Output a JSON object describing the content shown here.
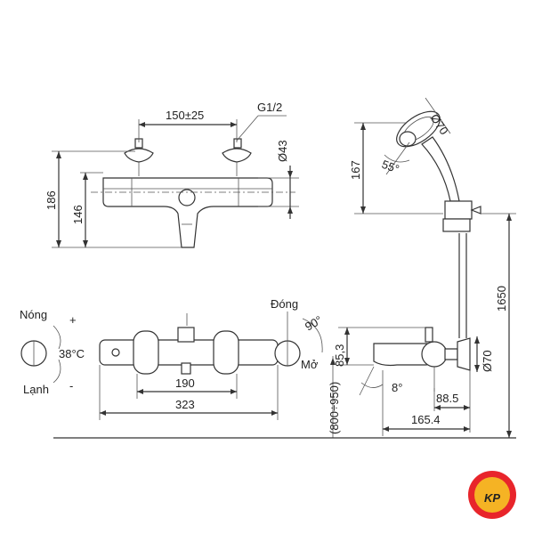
{
  "dims": {
    "spacing": "150±25",
    "thread": "G1/2",
    "diameter_43": "Ø43",
    "height_186": "186",
    "height_146": "146",
    "handshower_diameter": "Ø70",
    "height_167": "167",
    "angle_55": "55°",
    "rail_height": "1650",
    "width_190": "190",
    "width_323": "323",
    "height_85_3": "85,3",
    "angle_8": "8°",
    "depth_88_5": "88.5",
    "depth_165_4": "165.4",
    "install_height": "(800÷950)",
    "diameter_70_lower": "Ø70",
    "angle_90": "90°"
  },
  "labels": {
    "hot": "Nóng",
    "plus": "+",
    "temperature": "38°C",
    "cold": "Lạnh",
    "minus": "-",
    "close": "Đóng",
    "open": "Mở"
  },
  "logo": {
    "text": "KP",
    "colors": {
      "ring": "#e8252b",
      "fill": "#f5b324",
      "text": "#1c4fa0"
    }
  }
}
